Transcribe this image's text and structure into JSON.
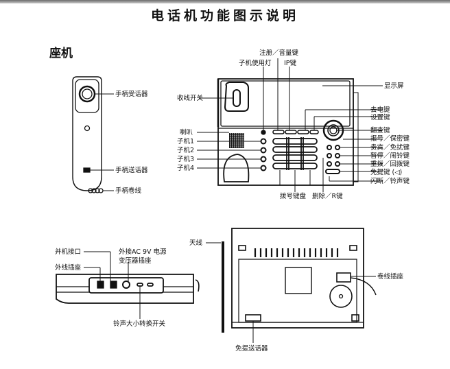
{
  "title": "电话机功能图示说明",
  "section_title": "座机",
  "handset_labels": {
    "receiver": "手柄受话器",
    "transmitter": "手柄送话器",
    "coil_cord": "手柄卷线"
  },
  "base_front_labels": {
    "register_volume_key": "注册／音量键",
    "handset_in_use_light": "子机使用灯",
    "ip_key": "IP键",
    "hook_switch": "收线开关",
    "display": "显示屏",
    "outgoing_call_key": "去电键",
    "settings_key": "设置键",
    "lookup_key": "翻查键",
    "report_number_secret_key": "报号／保密键",
    "vip_do_not_disturb_key": "贵宾／免扰键",
    "pause_alarm_key": "暂停／闹铃键",
    "redial_callback_key": "重拨／回拨键",
    "handsfree_key": "免提键 (◁)",
    "flash_ringer_key": "闪断／铃声键",
    "speaker": "喇叭",
    "handset_1": "子机1",
    "handset_2": "子机2",
    "handset_3": "子机3",
    "handset_4": "子机4",
    "dial_keypad": "拨号键盘",
    "delete_r_key": "删除／R键"
  },
  "base_side_labels": {
    "extension_port": "并机接口",
    "line_jack": "外线插座",
    "ac_adapter_line1": "外接AC  9V  电源",
    "ac_adapter_line2": "变压器插座",
    "ringer_volume_switch": "铃声大小转换开关"
  },
  "base_back_labels": {
    "antenna": "天线",
    "coil_cord_jack": "卷线插座",
    "handsfree_mic": "免提送话器"
  }
}
